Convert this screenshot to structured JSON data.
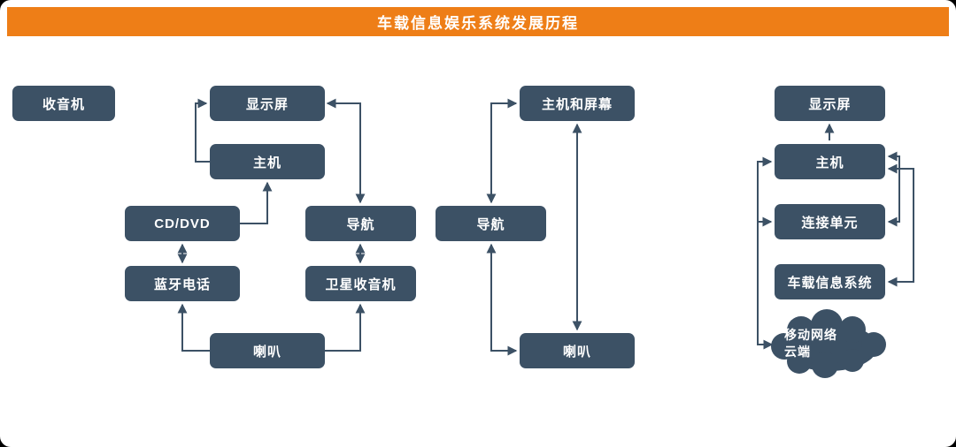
{
  "title": "车载信息娱乐系统发展历程",
  "colors": {
    "header_bg": "#EE7E17",
    "node_bg": "#3C5165",
    "node_text": "#FFFFFF",
    "connector": "#3C5165",
    "canvas_bg": "#FFFFFF"
  },
  "diagram": {
    "stage1": {
      "radio": "收音机"
    },
    "stage2": {
      "display": "显示屏",
      "head_unit": "主机",
      "cd_dvd": "CD/DVD",
      "bluetooth_phone": "蓝牙电话",
      "navigation": "导航",
      "satellite_radio": "卫星收音机",
      "speaker": "喇叭"
    },
    "stage3": {
      "head_unit_screen": "主机和屏幕",
      "navigation": "导航",
      "speaker": "喇叭"
    },
    "stage4": {
      "display": "显示屏",
      "head_unit": "主机",
      "connection_unit": "连接单元",
      "telematics": "车载信息系统",
      "cloud_line1": "移动网络",
      "cloud_line2": "云端"
    }
  }
}
